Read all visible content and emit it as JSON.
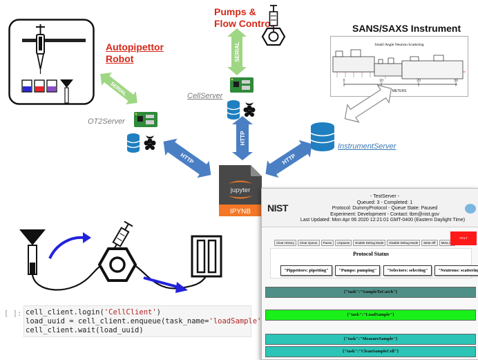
{
  "labels": {
    "pumps_flow": "Pumps &\nFlow Control",
    "autopipettor": "Autopipettor\nRobot",
    "sans_saxs": "SANS/SAXS Instrument",
    "ot2server": "OT2Server",
    "cellserver": "CellServer",
    "instrumentserver": "InstrumentServer",
    "serial_left": "SERIAL",
    "serial_top": "SERIAL",
    "http_left": "HTTP",
    "http_mid": "HTTP",
    "http_right": "HTTP",
    "jupyter": "jupyter",
    "ipynb": "IPYNB",
    "instrument_title": "Small-Angle Neutron Scattering",
    "meters": "METERS",
    "axis_ticks": [
      "0",
      "10",
      "20",
      "30"
    ]
  },
  "notebook": {
    "prompt": "[ ]:",
    "line1_obj": "cell_client.login(",
    "line1_str": "'CellClient'",
    "line1_end": ")",
    "line2": "load_uuid = cell_client.enqueue(task_name=",
    "line2_str": "'loadSample'",
    "line2_end": ")",
    "line3": "cell_client.wait(load_uuid)"
  },
  "testserver": {
    "logo": "NIST",
    "title": "- TestServer -",
    "queued": "Queued: 3 - Completed: 1",
    "protocol": "Protocol: DummyProtocol - Queue State: Paused",
    "experiment": "Experiment: Development - Contact: tbm@nist.gov",
    "updated": "Last Updated: Mon Apr 06 2020 12:21:01 GMT-0400 (Eastern Daylight Time)",
    "buttons": [
      "Clear History",
      "Clear Queue",
      "Pause",
      "Unpause",
      "Enable Debug Mode",
      "Disable Debug Mode",
      "Meta Off",
      "Meta On"
    ],
    "halt": "HALT",
    "status_title": "Protocol Status",
    "statuses": [
      "\"Pippettors: pipetting\"",
      "\"Pumps: pumping\"",
      "\"Selectors: selecting\"",
      "\"Neutrons: scattering\""
    ],
    "tasks": [
      "{\"task\":\"SampleToCatch\"}",
      "{\"task\":\"LoadSample\"}",
      "{\"task\":\"MeasureSample\"}",
      "{\"task\":\"CleanSampleCell\"}"
    ],
    "colors": {
      "task_done": "#4f8f87",
      "task_active": "#19f019",
      "task_queued": "#2cc4b6",
      "halt": "#ff1a1a"
    }
  },
  "colors": {
    "arrow_blue": "#4a7fc4",
    "arrow_green": "#9fd684",
    "label_red": "#d62718",
    "pcb_green": "#2f8a3a",
    "db_blue": "#1f7fc0"
  }
}
